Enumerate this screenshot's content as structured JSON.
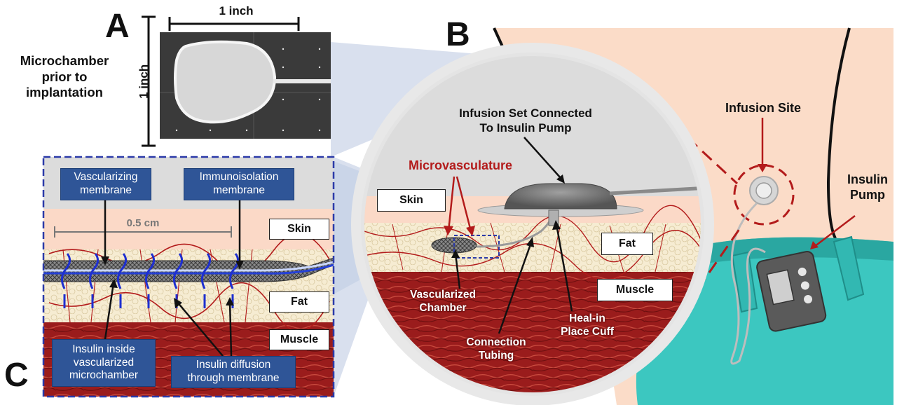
{
  "panel_a": {
    "letter": "A",
    "dim_horizontal": "1 inch",
    "dim_vertical": "1 inch",
    "caption_lines": [
      "Microchamber",
      "prior to",
      "implantation"
    ]
  },
  "panel_b": {
    "letter": "B",
    "infusion_set_lines": [
      "Infusion Set Connected",
      "To Insulin Pump"
    ],
    "microvasculature": "Microvasculature",
    "skin": "Skin",
    "fat": "Fat",
    "muscle": "Muscle",
    "vascularized_chamber_lines": [
      "Vascularized",
      "Chamber"
    ],
    "connection_tubing_lines": [
      "Connection",
      "Tubing"
    ],
    "heal_in_lines": [
      "Heal-in",
      "Place Cuff"
    ],
    "infusion_site": "Infusion Site",
    "insulin_pump_lines": [
      "Insulin",
      "Pump"
    ]
  },
  "panel_c": {
    "letter": "C",
    "vascularizing_lines": [
      "Vascularizing",
      "membrane"
    ],
    "immunoisolation_lines": [
      "Immunoisolation",
      "membrane"
    ],
    "scale": "0.5 cm",
    "skin": "Skin",
    "fat": "Fat",
    "muscle": "Muscle",
    "insulin_inside_lines": [
      "Insulin inside",
      "vascularized",
      "microchamber"
    ],
    "insulin_diffusion_lines": [
      "Insulin diffusion",
      "through membrane"
    ]
  },
  "colors": {
    "dark_red": "#b31b1b",
    "blue_box": "#2f5597",
    "dashed_frame": "#2b3aa8",
    "skin_tone": "#fbdcc8",
    "jeans_teal": "#3cc7c0"
  }
}
